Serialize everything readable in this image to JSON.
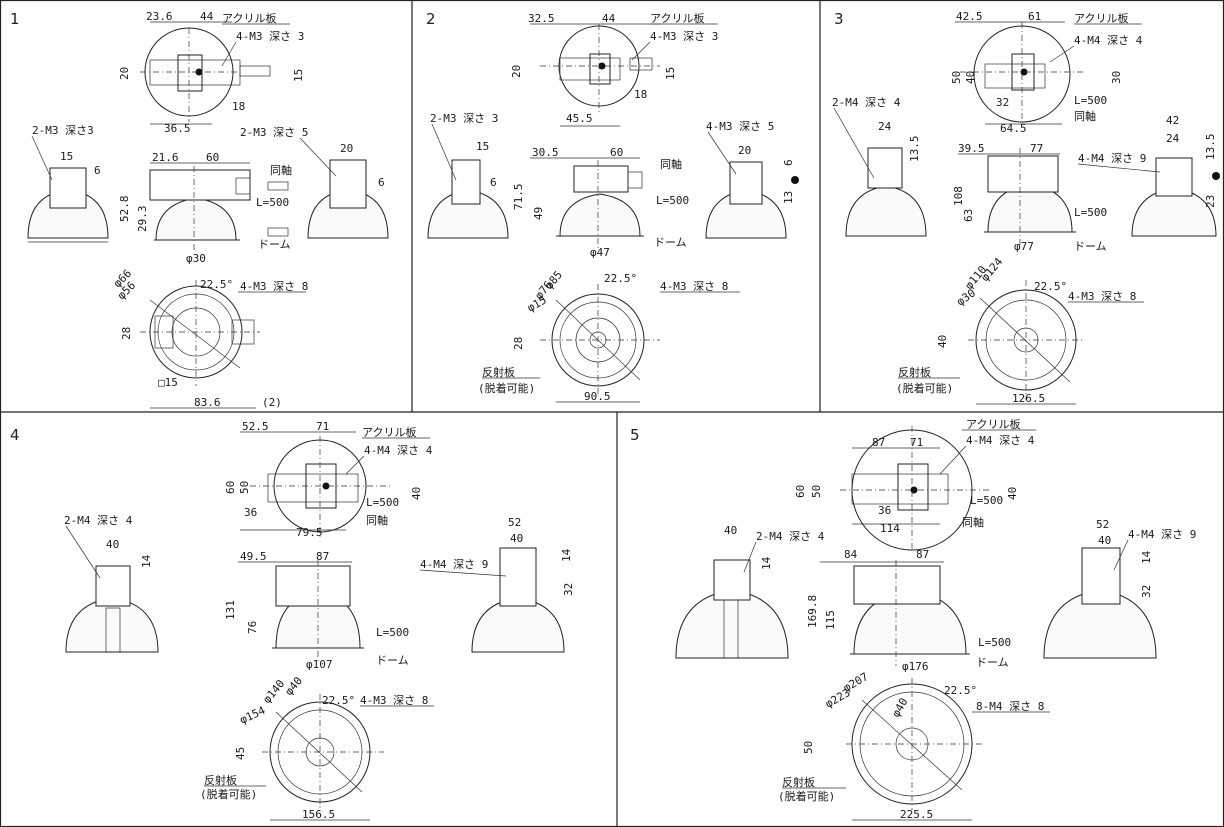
{
  "panels": [
    {
      "number": "1",
      "labels": {
        "acrylic": "アクリル板",
        "tap_top": "4-M3 深さ 3",
        "tap_left": "2-M3 深さ3",
        "tap_right": "2-M3 深さ 5",
        "coax": "同軸",
        "cable": "L=500",
        "dome": "ドーム",
        "tap_bottom": "4-M3 深さ 8"
      },
      "dims": {
        "a": "23.6",
        "b": "44",
        "c": "20",
        "d": "15",
        "e": "18",
        "f": "36.5",
        "g": "15",
        "h": "6",
        "i": "21.6",
        "j": "60",
        "k": "52.8",
        "l": "29.3",
        "m": "φ30",
        "n": "20",
        "o": "6",
        "p": "φ66",
        "q": "φ56",
        "r": "22.5°",
        "s": "28",
        "t": "□15",
        "u": "83.6",
        "v": "(2)"
      }
    },
    {
      "number": "2",
      "labels": {
        "acrylic": "アクリル板",
        "tap_top": "4-M3 深さ 3",
        "tap_left": "2-M3 深さ 3",
        "tap_right": "4-M3 深さ 5",
        "coax": "同軸",
        "cable": "L=500",
        "dome": "ドーム",
        "tap_bottom": "4-M3 深さ 8",
        "reflector": "反射板",
        "detach": "(脱着可能)"
      },
      "dims": {
        "a": "32.5",
        "b": "44",
        "c": "20",
        "d": "15",
        "e": "18",
        "f": "45.5",
        "g": "15",
        "h": "6",
        "i": "30.5",
        "j": "60",
        "k": "71.5",
        "l": "49",
        "m": "φ47",
        "n": "20",
        "o": "6",
        "p": "13",
        "q": "φ85",
        "r": "φ76",
        "s": "22.5°",
        "t": "φ15",
        "u": "28",
        "v": "90.5"
      }
    },
    {
      "number": "3",
      "labels": {
        "acrylic": "アクリル板",
        "tap_top": "4-M4 深さ 4",
        "tap_left": "2-M4 深さ 4",
        "tap_right": "4-M4 深さ 9",
        "coax": "同軸",
        "cable": "L=500",
        "dome": "ドーム",
        "tap_bottom": "4-M3 深さ 8",
        "reflector": "反射板",
        "detach": "(脱着可能)"
      },
      "dims": {
        "a": "42.5",
        "b": "61",
        "c": "50",
        "d": "40",
        "e": "30",
        "f": "32",
        "g": "64.5",
        "h": "24",
        "i": "13.5",
        "j": "39.5",
        "k": "77",
        "l": "108",
        "m": "63",
        "n": "φ77",
        "o": "42",
        "p": "24",
        "q": "13.5",
        "r": "23",
        "s": "φ124",
        "t": "φ110",
        "u": "φ30",
        "v": "22.5°",
        "w": "40",
        "x": "126.5"
      }
    },
    {
      "number": "4",
      "labels": {
        "acrylic": "アクリル板",
        "tap_top": "4-M4 深さ 4",
        "tap_left": "2-M4 深さ 4",
        "tap_right": "4-M4 深さ 9",
        "coax": "同軸",
        "cable": "L=500",
        "dome": "ドーム",
        "tap_bottom": "4-M3 深さ 8",
        "reflector": "反射板",
        "detach": "(脱着可能)"
      },
      "dims": {
        "a": "52.5",
        "b": "71",
        "c": "60",
        "d": "50",
        "e": "40",
        "f": "36",
        "g": "79.5",
        "h": "40",
        "i": "14",
        "j": "49.5",
        "k": "87",
        "l": "131",
        "m": "76",
        "n": "φ107",
        "o": "52",
        "p": "40",
        "q": "14",
        "r": "32",
        "s": "φ40",
        "t": "φ140",
        "u": "φ154",
        "v": "22.5°",
        "w": "45",
        "x": "156.5"
      }
    },
    {
      "number": "5",
      "labels": {
        "acrylic": "アクリル板",
        "tap_top": "4-M4 深さ 4",
        "tap_left": "2-M4 深さ 4",
        "tap_right": "4-M4 深さ 9",
        "coax": "同軸",
        "cable": "L=500",
        "dome": "ドーム",
        "tap_bottom": "8-M4 深さ 8",
        "reflector": "反射板",
        "detach": "(脱着可能)"
      },
      "dims": {
        "a": "87",
        "b": "71",
        "c": "60",
        "d": "50",
        "e": "40",
        "f": "36",
        "g": "114",
        "h": "40",
        "i": "14",
        "j": "84",
        "k": "87",
        "l": "169.8",
        "m": "115",
        "n": "φ176",
        "o": "52",
        "p": "40",
        "q": "14",
        "r": "32",
        "s": "φ207",
        "t": "φ223",
        "u": "φ40",
        "v": "22.5°",
        "w": "50",
        "x": "225.5"
      }
    }
  ]
}
